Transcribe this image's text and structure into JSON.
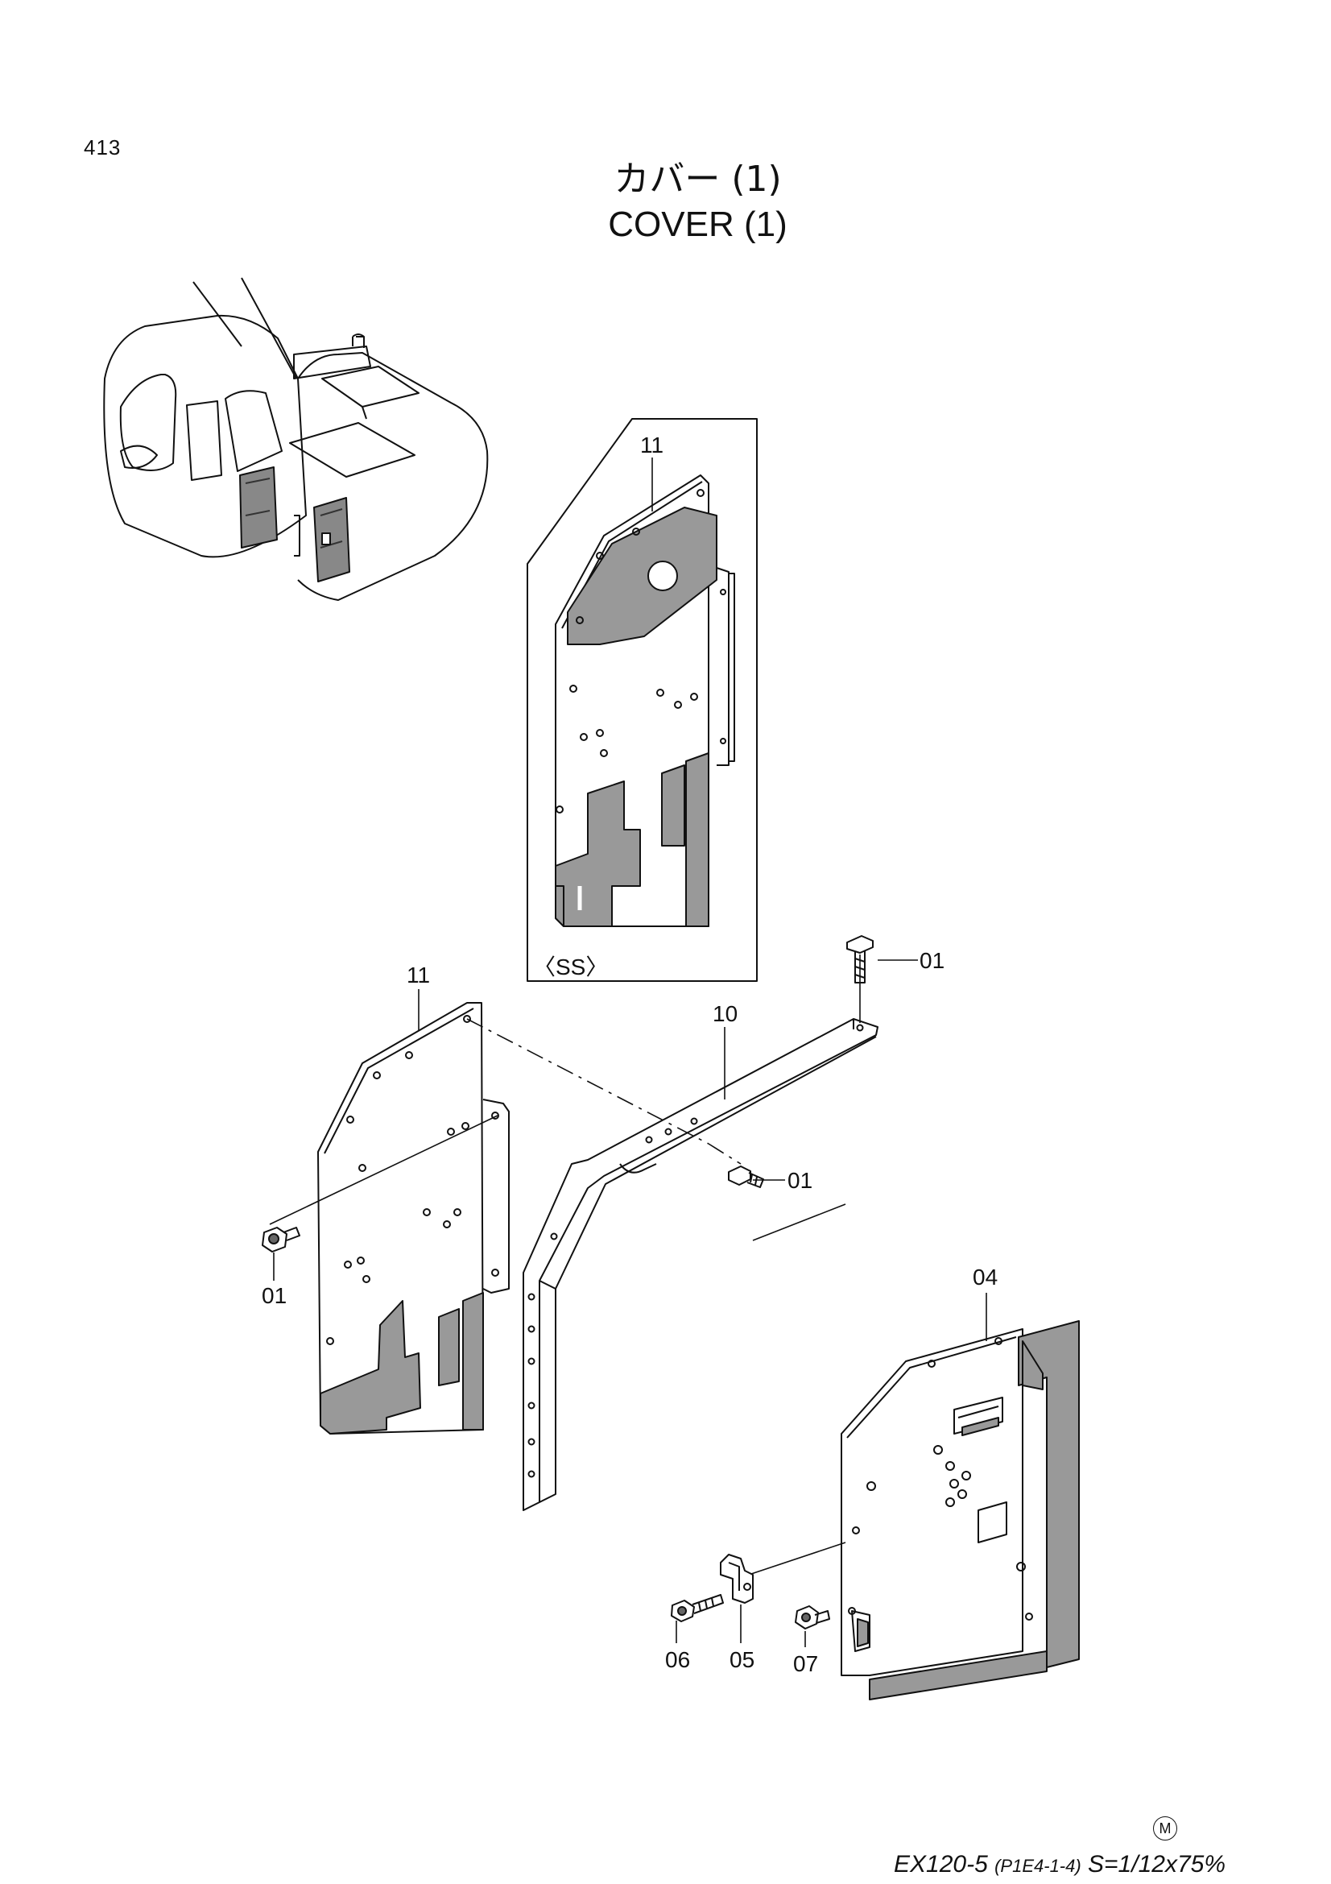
{
  "page": {
    "number": "413",
    "title_jp": "カバー (1)",
    "title_en": "COVER (1)"
  },
  "inset": {
    "label": "〈SS〉"
  },
  "callouts": {
    "inset_11": "11",
    "main_11": "11",
    "p10": "10",
    "p01_top": "01",
    "p01_mid": "01",
    "p01_left": "01",
    "p04": "04",
    "p05": "05",
    "p06": "06",
    "p07": "07"
  },
  "footer": {
    "mark": "M",
    "model": "EX120-5",
    "code": "(P1E4-1-4)",
    "scale": "S=1/12x75%"
  }
}
